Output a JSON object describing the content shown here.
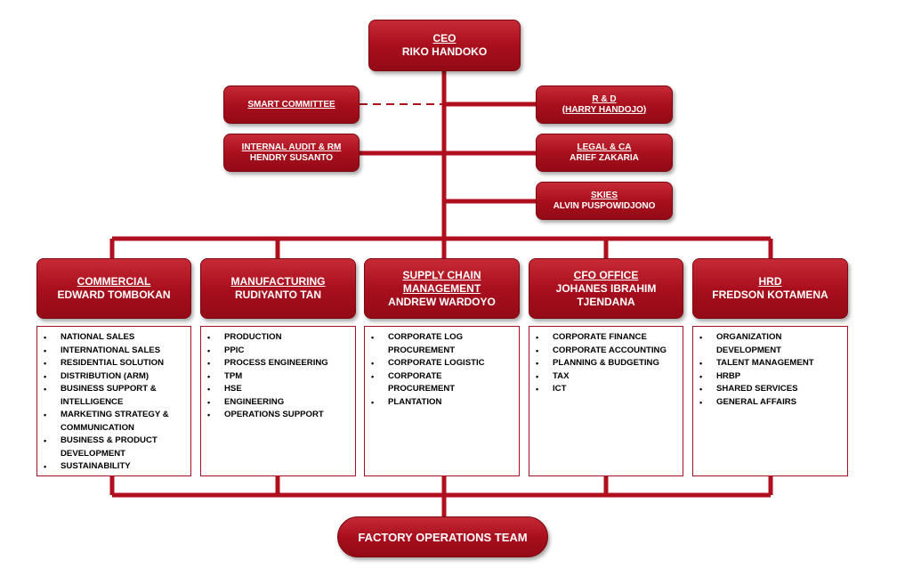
{
  "ceo": {
    "title": "CEO",
    "name": "RIKO HANDOKO"
  },
  "left_units": [
    {
      "line1": "SMART COMMITTEE"
    },
    {
      "line1": "INTERNAL AUDIT & RM",
      "line2": "HENDRY SUSANTO"
    }
  ],
  "right_units": [
    {
      "line1": "R & D",
      "line2": "(HARRY HANDOJO)"
    },
    {
      "line1": "LEGAL & CA",
      "line2": "ARIEF ZAKARIA"
    },
    {
      "line1": "SKIES",
      "line2": "ALVIN PUSPOWIDJONO"
    }
  ],
  "divisions": [
    {
      "title": "COMMERCIAL",
      "head": "EDWARD TOMBOKAN",
      "items": [
        "NATIONAL SALES",
        "INTERNATIONAL SALES",
        "RESIDENTIAL SOLUTION",
        "DISTRIBUTION (ARM)",
        "BUSINESS SUPPORT & INTELLIGENCE",
        "MARKETING STRATEGY & COMMUNICATION",
        "BUSINESS & PRODUCT DEVELOPMENT",
        "SUSTAINABILITY"
      ]
    },
    {
      "title": "MANUFACTURING",
      "head": "RUDIYANTO TAN",
      "items": [
        "PRODUCTION",
        "PPIC",
        "PROCESS ENGINEERING",
        "TPM",
        "HSE",
        "ENGINEERING",
        "OPERATIONS SUPPORT"
      ]
    },
    {
      "title": "SUPPLY CHAIN MANAGEMENT",
      "head": "ANDREW WARDOYO",
      "items": [
        "CORPORATE LOG PROCUREMENT",
        "CORPORATE LOGISTIC",
        "CORPORATE PROCUREMENT",
        "PLANTATION"
      ]
    },
    {
      "title": "CFO OFFICE",
      "head": "JOHANES IBRAHIM TJENDANA",
      "items": [
        "CORPORATE FINANCE",
        "CORPORATE ACCOUNTING",
        "PLANNING & BUDGETING",
        "TAX",
        "ICT"
      ]
    },
    {
      "title": "HRD",
      "head": "FREDSON KOTAMENA",
      "items": [
        "ORGANIZATION DEVELOPMENT",
        "TALENT MANAGEMENT",
        "HRBP",
        "SHARED SERVICES",
        "GENERAL AFFAIRS"
      ]
    }
  ],
  "bottom": {
    "label": "FACTORY OPERATIONS TEAM"
  },
  "colors": {
    "box": "#a90f1d",
    "line": "#b0101e",
    "text": "#ffffff"
  }
}
